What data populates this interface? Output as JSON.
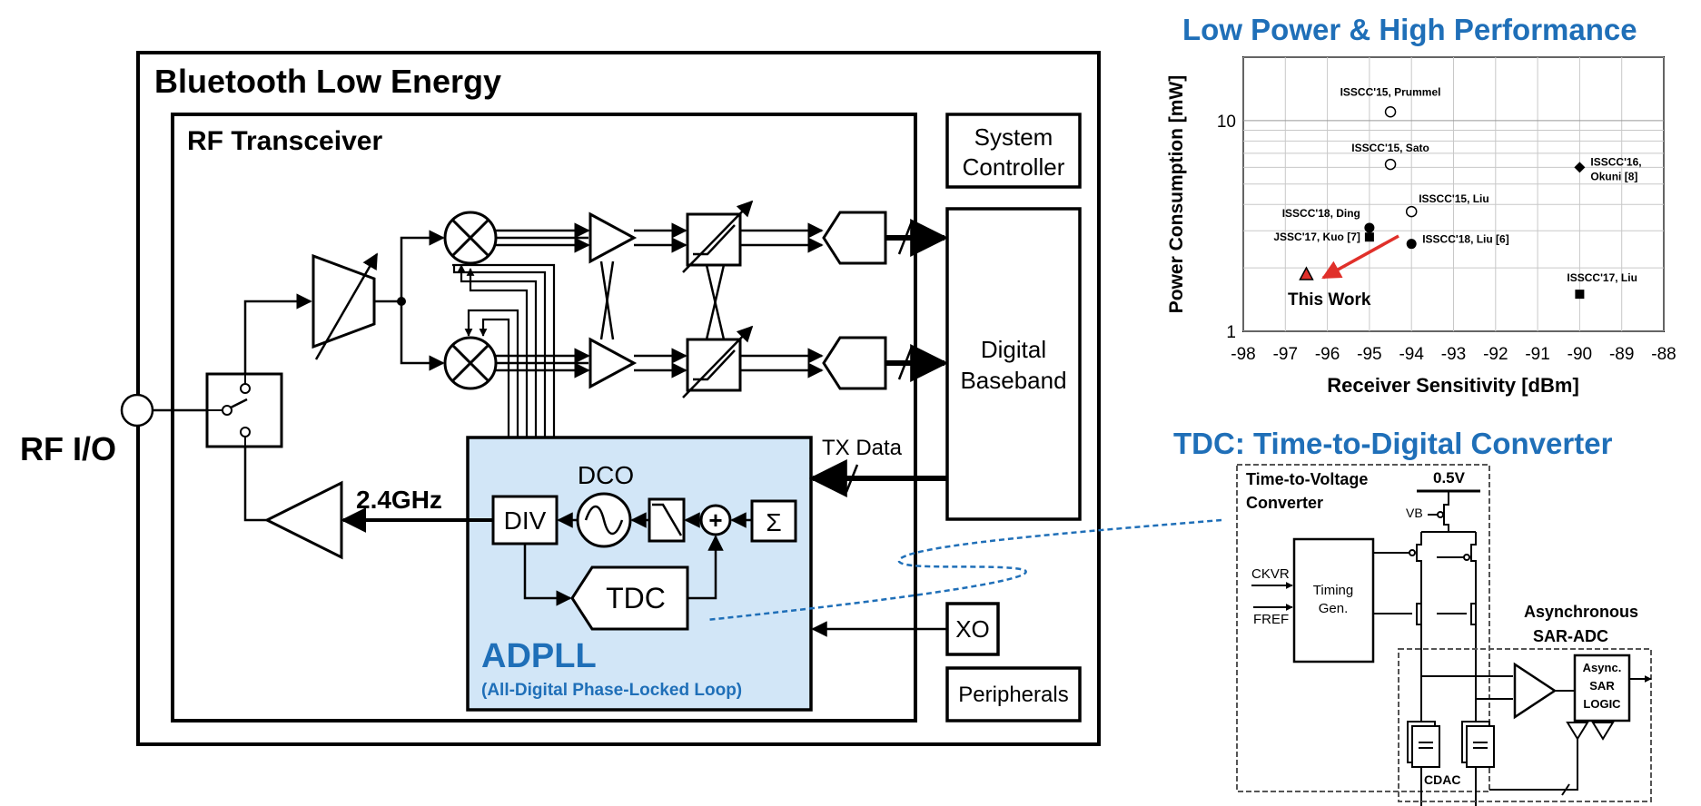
{
  "ble": {
    "title": "Bluetooth Low Energy",
    "rf_transceiver": "RF Transceiver",
    "rf_io": "RF I/O",
    "system_controller": [
      "System",
      "Controller"
    ],
    "digital_baseband": [
      "Digital",
      "Baseband"
    ],
    "xo": "XO",
    "peripherals": "Peripherals",
    "tx_data": "TX Data",
    "freq": "2.4GHz",
    "dco": "DCO",
    "div": "DIV",
    "tdc": "TDC",
    "sigma": "Σ",
    "plus": "+",
    "adpll": "ADPLL",
    "adpll_sub": "(All-Digital Phase-Locked Loop)"
  },
  "perf": {
    "heading": "Low Power & High Performance",
    "this_work": "This Work",
    "colors": {
      "accent": "#1f6fb8",
      "this_work": "#e0302a",
      "adpll_fill": "#d2e6f7"
    }
  },
  "chart_data": {
    "type": "scatter",
    "xlabel": "Receiver Sensitivity [dBm]",
    "ylabel": "Power Consumption [mW]",
    "xlim": [
      -98,
      -88
    ],
    "ylim": [
      1,
      20
    ],
    "y_scale": "log",
    "grid": true,
    "x_ticks": [
      "-98",
      "-97",
      "-96",
      "-95",
      "-94",
      "-93",
      "-92",
      "-91",
      "-90",
      "-89",
      "-88"
    ],
    "y_ticks": [
      "1",
      "10"
    ],
    "points": [
      {
        "label": "ISSCC'15, Prummel",
        "x": -94.5,
        "y": 11,
        "marker": "circle-open"
      },
      {
        "label": "ISSCC'15, Sato",
        "x": -94.5,
        "y": 6.2,
        "marker": "circle-open"
      },
      {
        "label": "ISSCC'15, Liu",
        "x": -94,
        "y": 3.7,
        "marker": "circle-open"
      },
      {
        "label": "ISSCC'18, Ding",
        "x": -95,
        "y": 3.1,
        "marker": "circle"
      },
      {
        "label": "JSSC'17, Kuo [7]",
        "x": -95,
        "y": 2.8,
        "marker": "square"
      },
      {
        "label": "ISSCC'18, Liu [6]",
        "x": -94,
        "y": 2.6,
        "marker": "circle"
      },
      {
        "label": "ISSCC'16, Okuni [8]",
        "x": -90,
        "y": 6.0,
        "marker": "diamond"
      },
      {
        "label": "ISSCC'17, Liu",
        "x": -90,
        "y": 1.5,
        "marker": "square"
      },
      {
        "label": "This Work",
        "x": -96.5,
        "y": 1.85,
        "marker": "triangle"
      }
    ]
  },
  "tdc_detail": {
    "heading": "TDC: Time-to-Digital Converter",
    "tvc": [
      "Time-to-Voltage",
      "Converter"
    ],
    "vdd": "0.5V",
    "vb": "VB",
    "timing": [
      "Timing",
      "Gen."
    ],
    "ckvr": "CKVR",
    "fref": "FREF",
    "async_adc": [
      "Asynchronous",
      "SAR-ADC"
    ],
    "logic": [
      "Async.",
      "SAR",
      "LOGIC"
    ],
    "cdac": "CDAC"
  }
}
